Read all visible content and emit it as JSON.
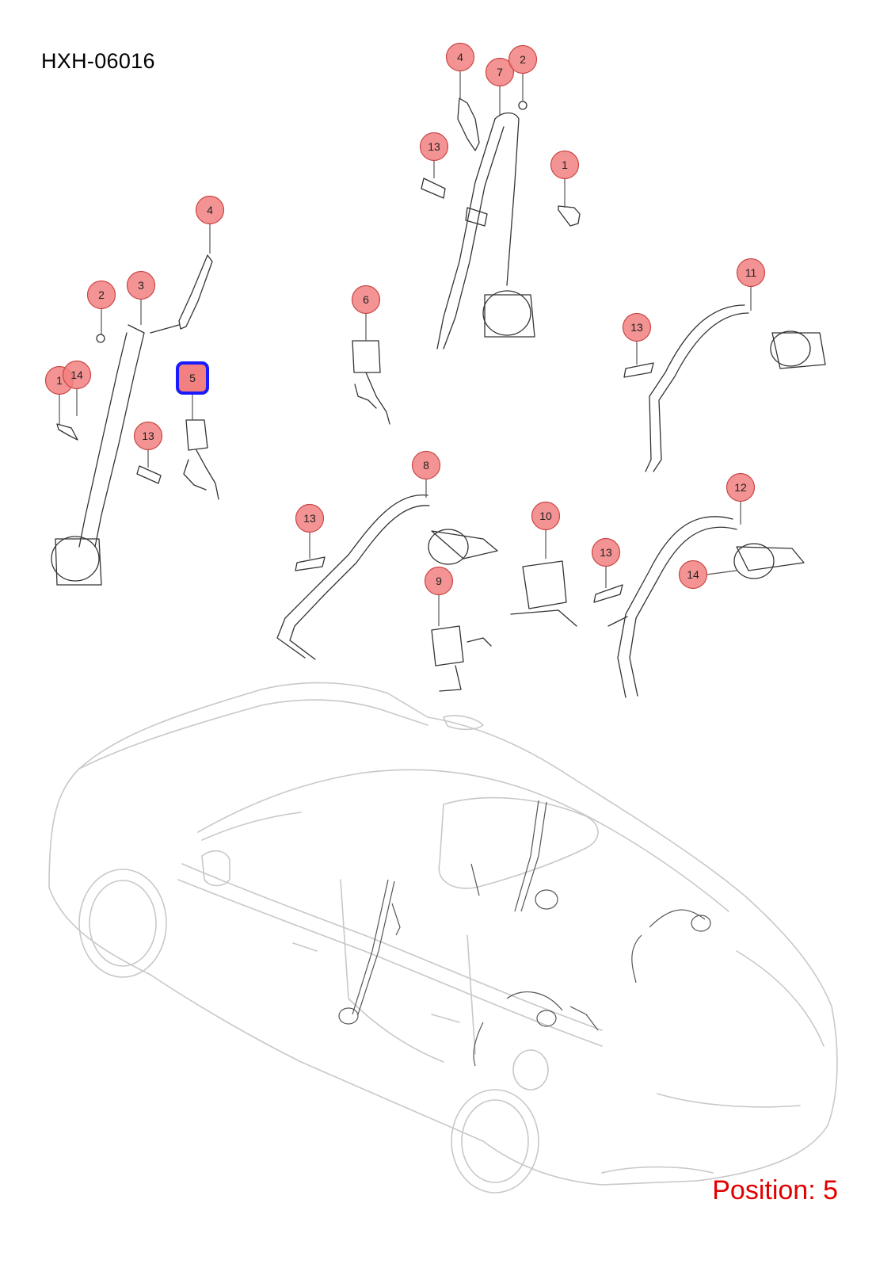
{
  "diagram": {
    "title": "HXH-06016",
    "position_label": "Position: 5",
    "selected_callout": "5"
  },
  "colors": {
    "callout_fill": "#f28080",
    "callout_stroke": "#c94545",
    "selected_stroke": "#1a1aff",
    "position_text": "#e10000",
    "parts_stroke": "#333333",
    "car_stroke": "#c8c8c8"
  },
  "callouts": [
    {
      "id": "c-4-top",
      "label": "4"
    },
    {
      "id": "c-7",
      "label": "7"
    },
    {
      "id": "c-2-top",
      "label": "2"
    },
    {
      "id": "c-13-top",
      "label": "13"
    },
    {
      "id": "c-1-top",
      "label": "1"
    },
    {
      "id": "c-4-left",
      "label": "4"
    },
    {
      "id": "c-2-left",
      "label": "2"
    },
    {
      "id": "c-3",
      "label": "3"
    },
    {
      "id": "c-6",
      "label": "6"
    },
    {
      "id": "c-11",
      "label": "11"
    },
    {
      "id": "c-13-right",
      "label": "13"
    },
    {
      "id": "c-1-left",
      "label": "1"
    },
    {
      "id": "c-14-left",
      "label": "14"
    },
    {
      "id": "c-5",
      "label": "5"
    },
    {
      "id": "c-13-left",
      "label": "13"
    },
    {
      "id": "c-8",
      "label": "8"
    },
    {
      "id": "c-13-mid",
      "label": "13"
    },
    {
      "id": "c-10",
      "label": "10"
    },
    {
      "id": "c-13-rearmid",
      "label": "13"
    },
    {
      "id": "c-12",
      "label": "12"
    },
    {
      "id": "c-14-right",
      "label": "14"
    },
    {
      "id": "c-9",
      "label": "9"
    }
  ]
}
